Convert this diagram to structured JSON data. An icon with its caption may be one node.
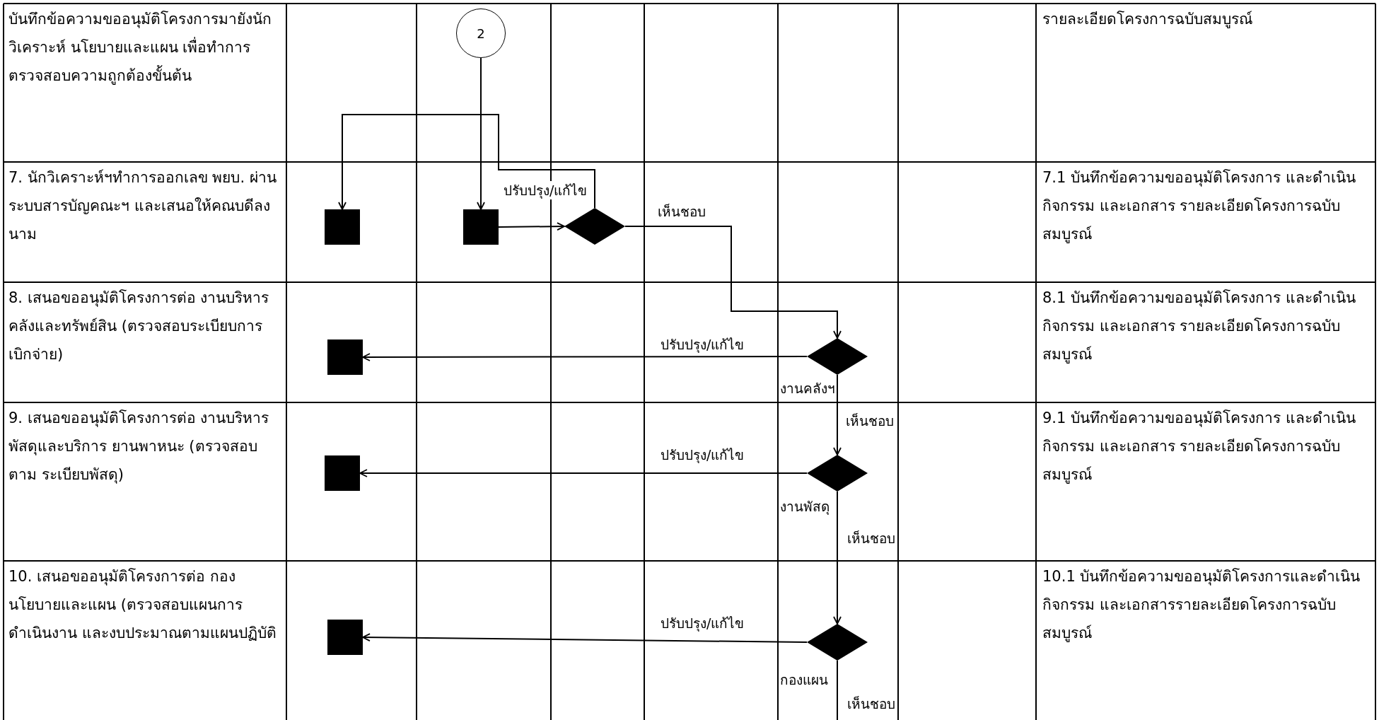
{
  "diagram": {
    "nodes": [
      {
        "text": [
          "2"
        ]
      },
      {
        "text": [],
        "shape": "box"
      },
      {
        "text": [],
        "shape": "box"
      },
      {
        "text": [],
        "shape": "diamond"
      },
      {
        "text": [],
        "shape": "diamond",
        "beside": [
          "งานคลังฯ"
        ]
      },
      {
        "text": [],
        "shape": "box"
      },
      {
        "text": [],
        "shape": "box"
      },
      {
        "text": [],
        "shape": "diamond",
        "beside": [
          "งานพัสดุ"
        ]
      },
      {
        "text": [],
        "shape": "box"
      },
      {
        "text": [],
        "shape": "diamond",
        "beside": [
          "กองแผน"
        ]
      }
    ],
    "edges": [
      {
        "from": 0,
        "to": 2,
        "arrow": "to"
      },
      {
        "from": 3,
        "to": 1,
        "arrow": "to",
        "label": "ปรับปรุง/แก้ไข"
      },
      {
        "from": 2,
        "to": 3,
        "arrow": "to"
      },
      {
        "from": 3,
        "to": 4,
        "arrow": "to",
        "label": "เห็นชอบ"
      },
      {
        "from": 4,
        "to": 5,
        "arrow": "to",
        "label": "ปรับปรุง/แก้ไข"
      },
      {
        "from": 4,
        "to": 7,
        "arrow": "to",
        "label": "เห็นชอบ"
      },
      {
        "from": 7,
        "to": 6,
        "arrow": "to",
        "label": "ปรับปรุง/แก้ไข"
      },
      {
        "from": 7,
        "to": 9,
        "arrow": "to",
        "label": "เห็นชอบ"
      },
      {
        "from": 9,
        "to": 8,
        "arrow": "to",
        "label": "ปรับปรุง/แก้ไข"
      },
      {
        "from": 9,
        "to": null,
        "arrow": "none",
        "label": "เห็นชอบ"
      }
    ],
    "labels": [
      "บันทึกข้อความขออนุมัติโครงการมายังนักวิเคราะห์ นโยบายและแผน เพื่อทำการตรวจสอบความถูกต้องขั้นต้น",
      "รายละเอียดโครงการฉบับสมบูรณ์",
      "7. นักวิเคราะห์ฯทำการออกเลข พยบ. ผ่านระบบสารบัญคณะฯ และเสนอให้คณบดีลงนาม",
      "7.1 บันทึกข้อความขออนุมัติโครงการ และดำเนินกิจกรรม และเอกสาร รายละเอียดโครงการฉบับสมบูรณ์",
      "8. เสนอขออนุมัติโครงการต่อ งานบริหารคลังและทรัพย์สิน (ตรวจสอบระเบียบการเบิกจ่าย)",
      "8.1 บันทึกข้อความขออนุมัติโครงการ และดำเนินกิจกรรม และเอกสาร รายละเอียดโครงการฉบับสมบูรณ์",
      "9. เสนอขออนุมัติโครงการต่อ งานบริหารพัสดุและบริการ ยานพาหนะ (ตรวจสอบตาม ระเบียบพัสดุ)",
      "9.1 บันทึกข้อความขออนุมัติโครงการ และดำเนินกิจกรรม และเอกสาร รายละเอียดโครงการฉบับสมบูรณ์",
      "10. เสนอขออนุมัติโครงการต่อ กองนโยบายและแผน (ตรวจสอบแผนการดำเนินงาน และงบประมาณตามแผนปฏิบัติ",
      "10.1 บันทึกข้อความขออนุมัติโครงการและดำเนินกิจกรรม และเอกสารรายละเอียดโครงการฉบับสมบูรณ์"
    ]
  }
}
